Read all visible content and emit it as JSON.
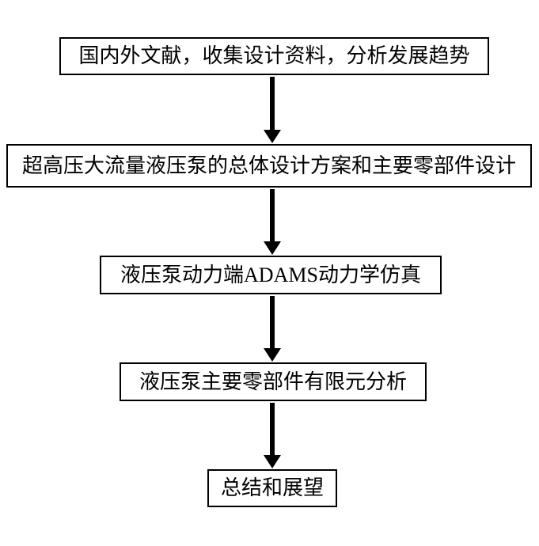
{
  "flowchart": {
    "title": "",
    "colors": {
      "background": "#ffffff",
      "box_border": "#000000",
      "text": "#000000",
      "arrow": "#000000"
    },
    "steps": [
      {
        "label": "国内外文献，收集设计资料，分析发展趋势"
      },
      {
        "label": "超高压大流量液压泵的总体设计方案和主要零部件设计"
      },
      {
        "label": "液压泵动力端ADAMS动力学仿真"
      },
      {
        "label": "液压泵主要零部件有限元分析"
      },
      {
        "label": "总结和展望"
      }
    ],
    "connectors": [
      {
        "from": 1,
        "to": 2,
        "type": "arrow-down"
      },
      {
        "from": 2,
        "to": 3,
        "type": "arrow-down"
      },
      {
        "from": 3,
        "to": 4,
        "type": "arrow-down"
      },
      {
        "from": 4,
        "to": 5,
        "type": "arrow-down"
      }
    ]
  }
}
